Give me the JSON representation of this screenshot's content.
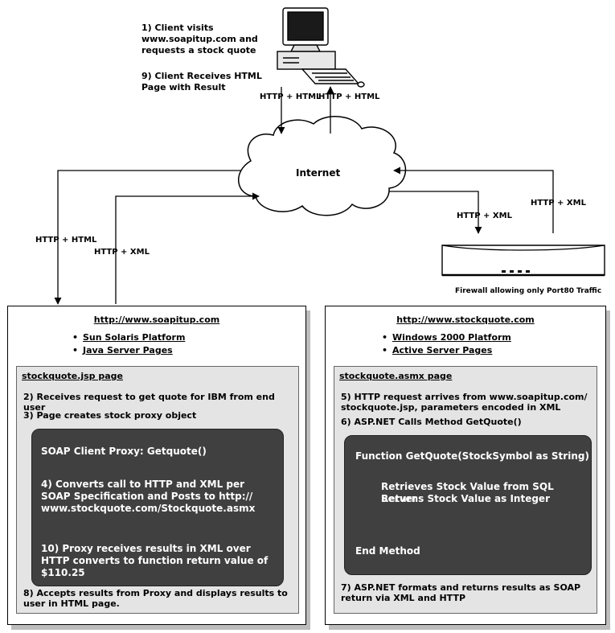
{
  "client": {
    "step1": "1) Client visits www.soapitup.com and requests a stock quote",
    "step9": "9) Client Receives HTML Page with Result",
    "link_left": "HTTP + HTML",
    "link_right": "HTTP + HTML"
  },
  "internet": {
    "label": "Internet"
  },
  "links": {
    "left_outer": "HTTP + HTML",
    "left_inner": "HTTP + XML",
    "right_inner": "HTTP + XML",
    "right_outer": "HTTP + XML"
  },
  "firewall": {
    "caption": "Firewall allowing only Port80 Traffic"
  },
  "left_server": {
    "url": "http://www.soapitup.com",
    "bullets": [
      "Sun Solaris Platform",
      "Java Server Pages"
    ],
    "page_title": "stockquote.jsp page",
    "step2": "2) Receives request to get quote for IBM from end user",
    "step3": "3) Page creates stock proxy object",
    "proxy": {
      "title": "SOAP Client Proxy: Getquote()",
      "step4": "4) Converts call to HTTP and XML per SOAP Specification and Posts to http:// www.stockquote.com/Stockquote.asmx",
      "step10": "10) Proxy receives results in XML over HTTP converts to function return value of $110.25"
    },
    "step8": "8) Accepts results from Proxy and displays results to user in HTML page."
  },
  "right_server": {
    "url": "http://www.stockquote.com",
    "bullets": [
      "Windows 2000 Platform",
      "Active Server Pages"
    ],
    "page_title": "stockquote.asmx page",
    "step5": "5) HTTP request arrives from www.soapitup.com/ stockquote.jsp, parameters encoded in XML",
    "step6": "6) ASP.NET Calls Method GetQuote()",
    "function": {
      "signature": "Function GetQuote(StockSymbol as String)",
      "line1": "Retrieves Stock Value from SQL Server",
      "line2": "Returns Stock Value as Integer",
      "end": "End Method"
    },
    "step7": "7) ASP.NET formats and returns results as SOAP return via XML and HTTP"
  }
}
